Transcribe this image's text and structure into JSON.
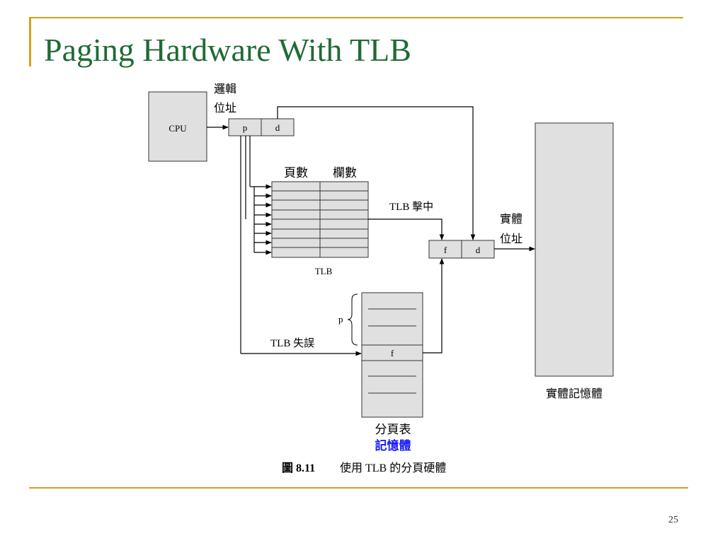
{
  "slide": {
    "title": "Paging Hardware With TLB",
    "page_number": "25"
  },
  "diagram": {
    "cpu_label": "CPU",
    "logical_address_label": [
      "邏輯",
      "位址"
    ],
    "page_field": "p",
    "offset_field": "d",
    "tlb_col_page": "頁數",
    "tlb_col_frame": "欄數",
    "tlb_label": "TLB",
    "tlb_hit_label": "TLB 擊中",
    "tlb_miss_label": "TLB 失誤",
    "physical_address_label": [
      "實體",
      "位址"
    ],
    "frame_field": "f",
    "physical_offset_field": "d",
    "page_table_p_marker": "p",
    "page_table_frame": "f",
    "page_table_label": "分頁表",
    "memory_label_blue": "記憶體",
    "physical_memory_label": "實體記憶體",
    "figure_number": "圖 8.11",
    "figure_caption": "使用 TLB 的分頁硬體"
  },
  "colors": {
    "title_green": "#1f6b35",
    "accent_gold": "#d4a017",
    "box_fill": "#e0e0e0",
    "memory_label_blue": "#1a1aff"
  }
}
